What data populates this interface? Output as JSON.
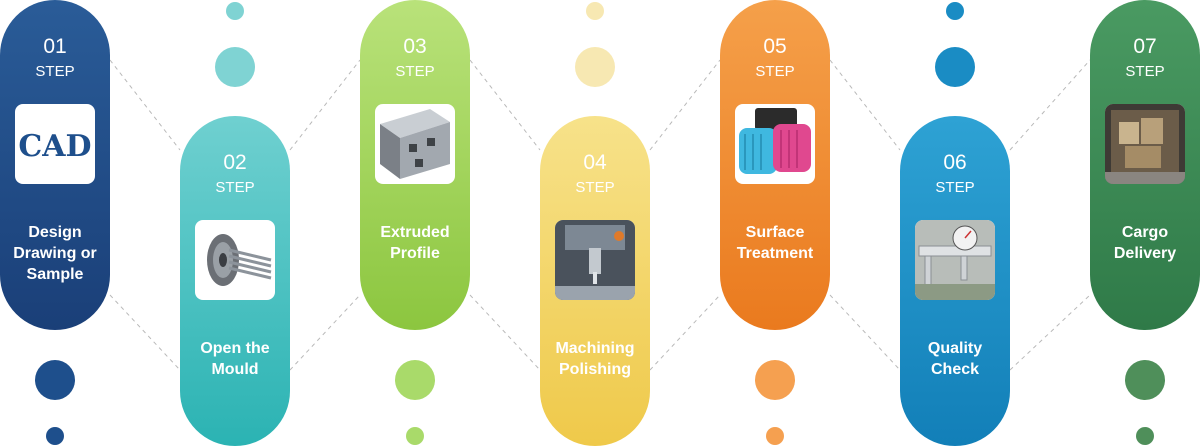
{
  "steps": [
    {
      "number": "01",
      "step": "STEP",
      "label": "Design Drawing or Sample",
      "image": "cad-logo",
      "color": "#1e4f8c"
    },
    {
      "number": "02",
      "step": "STEP",
      "label": "Open the Mould",
      "image": "extrusion-die",
      "color": "#3fc0bf"
    },
    {
      "number": "03",
      "step": "STEP",
      "label": "Extruded Profile",
      "image": "aluminum-profile",
      "color": "#9ed44a"
    },
    {
      "number": "04",
      "step": "STEP",
      "label": "Machining Polishing",
      "image": "cnc-machine",
      "color": "#f0d260"
    },
    {
      "number": "05",
      "step": "STEP",
      "label": "Surface Treatment",
      "image": "anodized-parts",
      "color": "#f08a2e"
    },
    {
      "number": "06",
      "step": "STEP",
      "label": "Quality Check",
      "image": "caliper-measurement",
      "color": "#1a8cc4"
    },
    {
      "number": "07",
      "step": "STEP",
      "label": "Cargo Delivery",
      "image": "shipping-container",
      "color": "#3f8a55"
    }
  ],
  "cad_text": "CAD"
}
